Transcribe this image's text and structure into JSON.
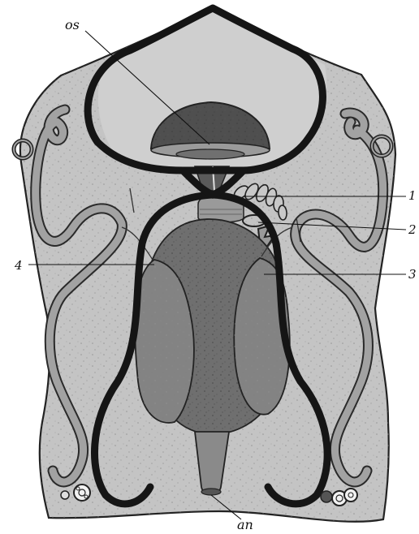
{
  "figure": {
    "labels": {
      "os": "os",
      "an": "an",
      "n1": "1",
      "n2": "2",
      "n3": "3",
      "n4": "4"
    },
    "colors": {
      "background": "#ffffff",
      "body": "#c4c4c4",
      "outline": "#222222",
      "dark_tube": "#151515",
      "gut": "#6f6f6f",
      "gut_dark": "#4a4a4a",
      "lobe": "#838383",
      "light_tube": "#a2a2a2",
      "oral_disc": "#4f4f4f"
    }
  }
}
